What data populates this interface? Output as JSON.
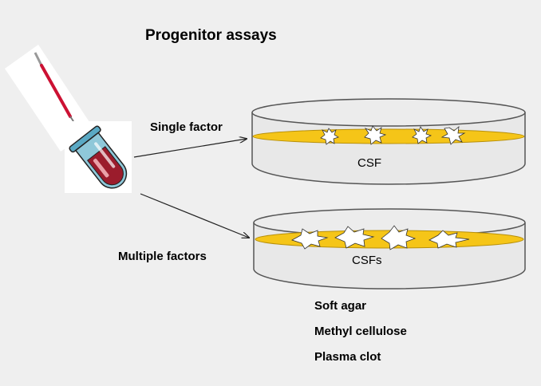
{
  "diagram": {
    "title": "Progenitor assays",
    "arrow_labels": {
      "single": "Single factor",
      "multiple": "Multiple factors"
    },
    "dishes": [
      {
        "medium_label": "CSF",
        "colony_count": 4
      },
      {
        "medium_label": "CSFs",
        "colony_count": 4
      }
    ],
    "media": [
      "Soft agar",
      "Methyl cellulose",
      "Plasma clot"
    ],
    "colors": {
      "background": "#efefef",
      "medium": "#f5c518",
      "dish_body": "#e8e8e8",
      "dish_outline": "#555555",
      "tube_glass": "#8fc8d9",
      "tube_blood": "#9b1c2c",
      "pipette_tip": "#cc1133"
    },
    "icons": [
      "pipette-icon",
      "test-tube-icon",
      "petri-dish-icon",
      "colony-icon",
      "arrow-icon"
    ]
  }
}
